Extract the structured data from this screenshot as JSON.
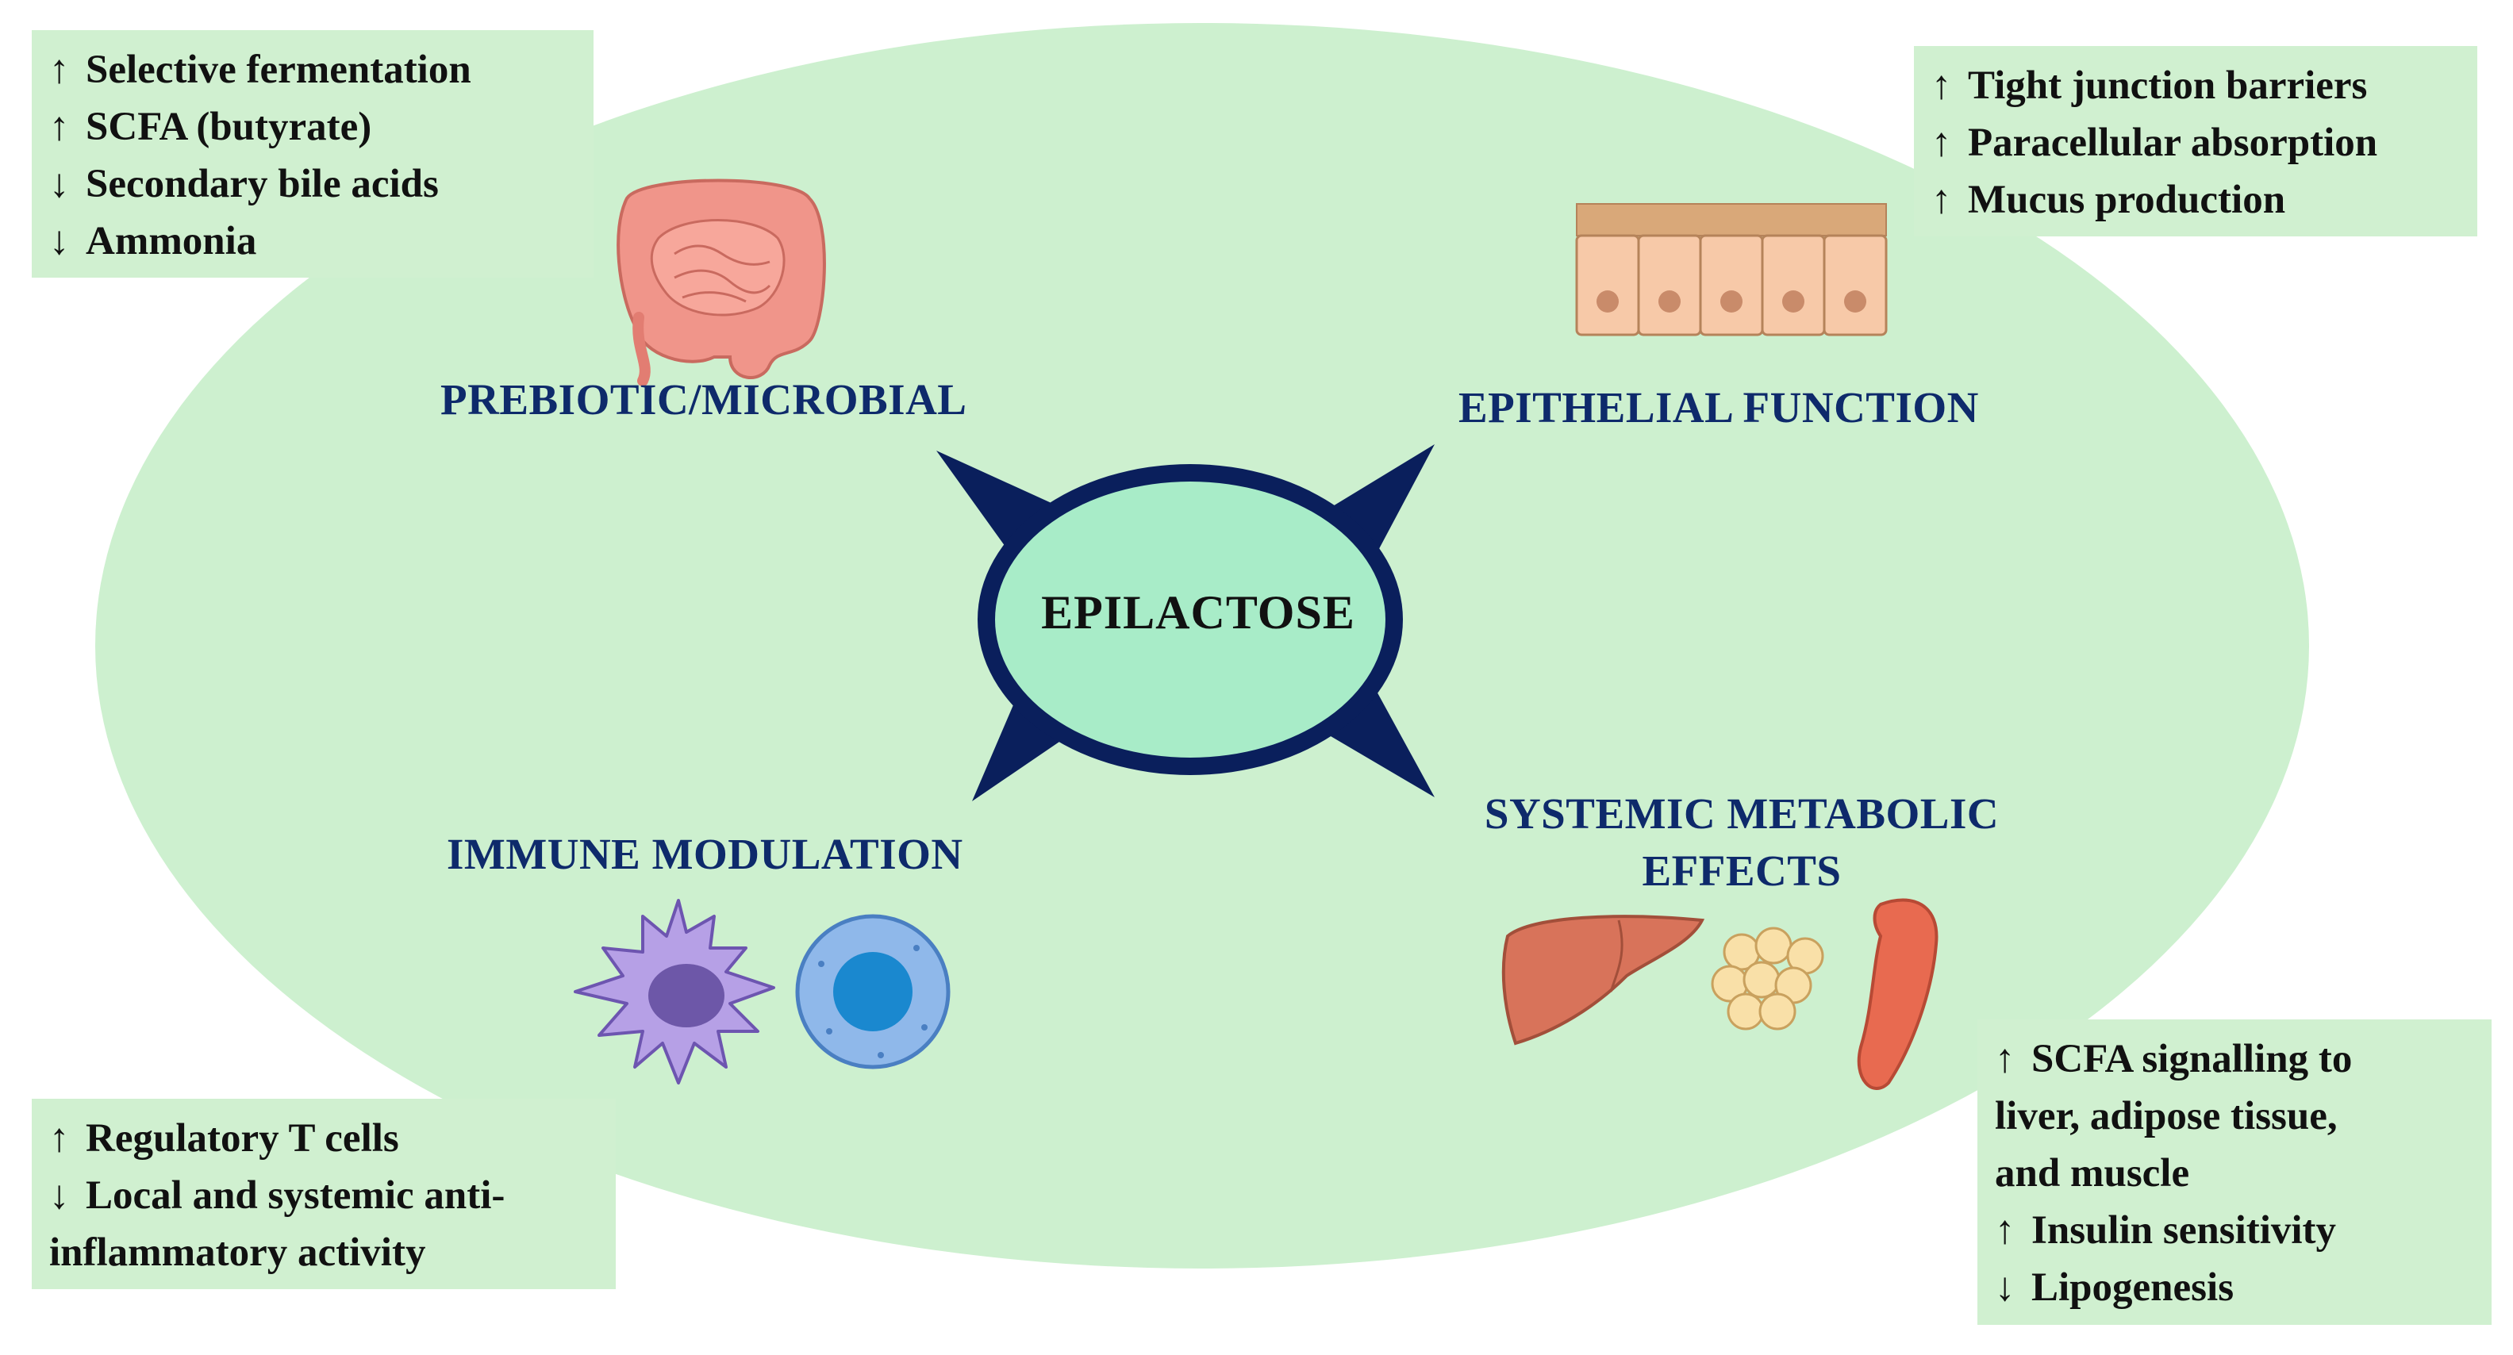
{
  "center": {
    "label": "EPILACTOSE"
  },
  "colors": {
    "oval_bg": "#cdf0cf",
    "center_fill": "#a8ecc8",
    "dark_navy": "#0a1f5c",
    "box_bg": "#d0f0d0",
    "heading": "#0e2a6b"
  },
  "sections": {
    "prebiotic": {
      "heading": "PREBIOTIC/MICROBIAL",
      "icon": "intestine-icon",
      "items": [
        {
          "arrow": "↑",
          "text": "Selective fermentation"
        },
        {
          "arrow": "↑",
          "text": "SCFA (butyrate)"
        },
        {
          "arrow": "↓",
          "text": "Secondary bile acids"
        },
        {
          "arrow": "↓",
          "text": "Ammonia"
        }
      ]
    },
    "epithelial": {
      "heading": "EPITHELIAL FUNCTION",
      "icon": "epithelial-cells-icon",
      "items": [
        {
          "arrow": "↑",
          "text": "Tight junction barriers"
        },
        {
          "arrow": "↑",
          "text": "Paracellular absorption"
        },
        {
          "arrow": "↑",
          "text": "Mucus production"
        }
      ]
    },
    "immune": {
      "heading": "IMMUNE MODULATION",
      "icon": "immune-cells-icon",
      "lines": [
        {
          "arrow": "↑",
          "text": "Regulatory T cells"
        },
        {
          "arrow": "↓",
          "text": "Local and systemic anti-"
        },
        {
          "arrow": "",
          "text": "inflammatory activity"
        }
      ]
    },
    "metabolic": {
      "heading_line1": "SYSTEMIC METABOLIC",
      "heading_line2": "EFFECTS",
      "icon": "organs-icon",
      "lines": [
        {
          "arrow": "↑",
          "text": "SCFA signalling to"
        },
        {
          "arrow": "",
          "text": "liver, adipose tissue,"
        },
        {
          "arrow": "",
          "text": "and muscle"
        },
        {
          "arrow": "↑",
          "text": "Insulin sensitivity"
        },
        {
          "arrow": "↓",
          "text": "Lipogenesis"
        }
      ]
    }
  }
}
